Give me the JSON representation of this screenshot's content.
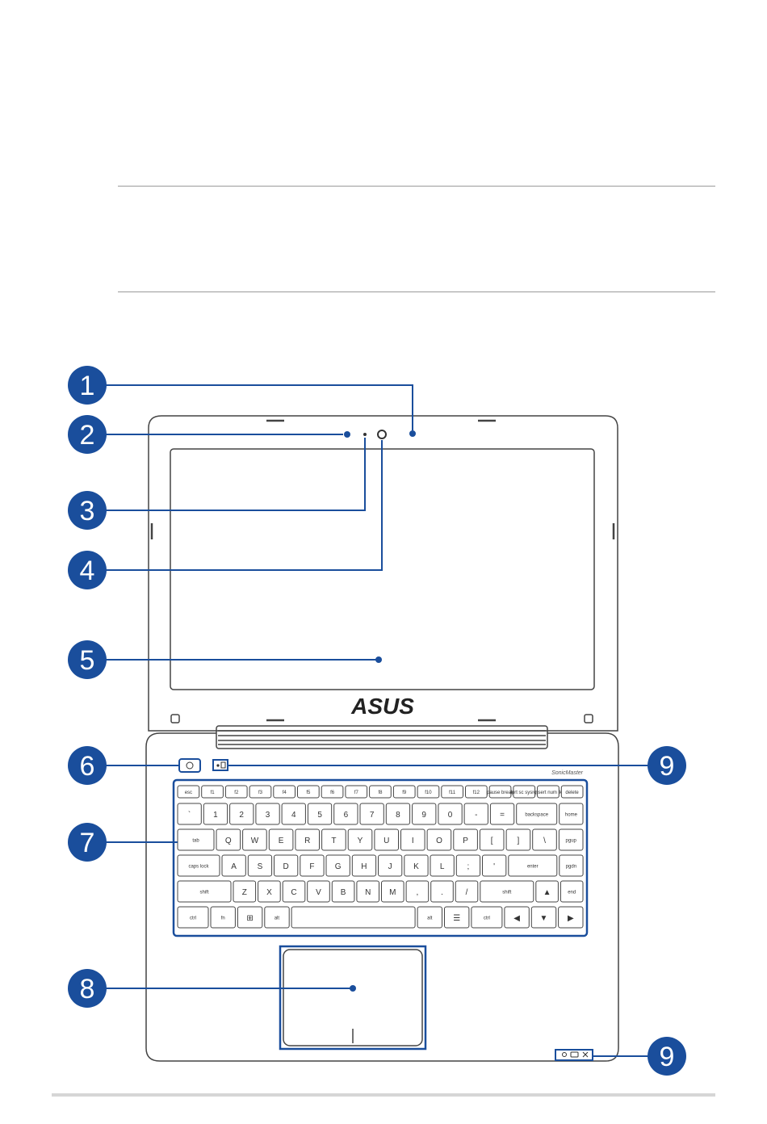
{
  "brand": {
    "logo_text": "ASUS",
    "audio_text": "SonicMaster"
  },
  "callouts": [
    {
      "id": "c1",
      "label": "1"
    },
    {
      "id": "c2",
      "label": "2"
    },
    {
      "id": "c3",
      "label": "3"
    },
    {
      "id": "c4",
      "label": "4"
    },
    {
      "id": "c5",
      "label": "5"
    },
    {
      "id": "c6",
      "label": "6"
    },
    {
      "id": "c7",
      "label": "7"
    },
    {
      "id": "c8",
      "label": "8"
    },
    {
      "id": "c9a",
      "label": "9"
    },
    {
      "id": "c9b",
      "label": "9"
    }
  ],
  "keyboard": {
    "rows": [
      [
        "esc",
        "f1",
        "f2",
        "f3",
        "f4",
        "f5",
        "f6",
        "f7",
        "f8",
        "f9",
        "f10",
        "f11",
        "f12",
        "pause break",
        "prt sc sysrq",
        "insert num lk",
        "delete"
      ],
      [
        "`",
        "1",
        "2",
        "3",
        "4",
        "5",
        "6",
        "7",
        "8",
        "9",
        "0",
        "-",
        "=",
        "backspace",
        "home"
      ],
      [
        "tab",
        "Q",
        "W",
        "E",
        "R",
        "T",
        "Y",
        "U",
        "I",
        "O",
        "P",
        "[",
        "]",
        "\\",
        "pgup"
      ],
      [
        "caps lock",
        "A",
        "S",
        "D",
        "F",
        "G",
        "H",
        "J",
        "K",
        "L",
        ";",
        "'",
        "enter",
        "pgdn"
      ],
      [
        "shift",
        "Z",
        "X",
        "C",
        "V",
        "B",
        "N",
        "M",
        ",",
        ".",
        "/",
        "shift",
        "▲",
        "end"
      ],
      [
        "ctrl",
        "fn",
        "⊞",
        "alt",
        "",
        "alt",
        "☰",
        "ctrl",
        "◀",
        "▼",
        "▶"
      ]
    ]
  },
  "colors": {
    "accent": "#1a4e9c",
    "outline": "#555555"
  }
}
